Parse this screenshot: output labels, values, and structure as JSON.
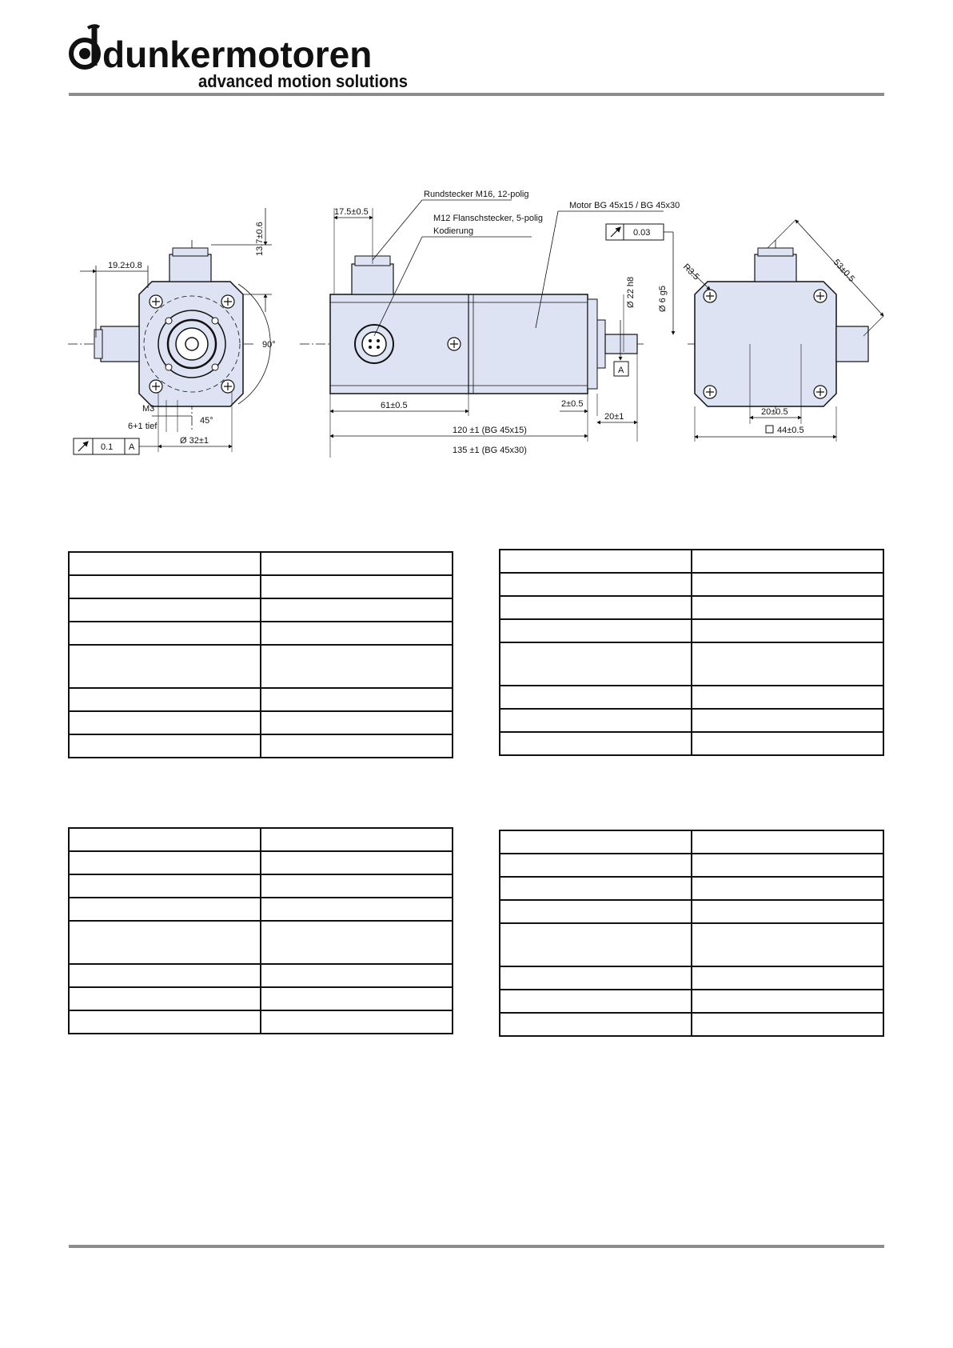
{
  "header": {
    "brand": "dunkermotoren",
    "tagline": "advanced motion solutions",
    "colors": {
      "rule": "#8d8d8d",
      "motor_fill": "#dde3f3",
      "ink": "#111111"
    }
  },
  "drawing": {
    "labels": {
      "front_width": "19.2±0.8",
      "connector_height": "13.7±0.6",
      "angle_90": "90°",
      "angle_45": "45°",
      "thread": "M3",
      "thread_depth": "6+1 tief",
      "tol_front": "0.1",
      "datum": "A",
      "flange_dia": "Ø 32±1",
      "connector_offset": "17.5±0.5",
      "rundstecker": "Rundstecker M16, 12-polig",
      "flanschstecker": "M12 Flanschstecker, 5-polig",
      "kodierung": "Kodierung",
      "motor_type": "Motor BG 45x15 / BG 45x30",
      "tol_side": "0.03",
      "pilot_dia": "Ø 22 h8",
      "shaft_dia": "Ø 6 g5",
      "len_61": "61±0.5",
      "len_2": "2±0.5",
      "shaft_len": "20±1",
      "len_120": "120 ±1 (BG 45x15)",
      "len_135": "135 ±1 (BG 45x30)",
      "radius": "R3.5",
      "diag": "53±0.5",
      "rear_20": "20±0.5",
      "square_44": "44±0.5"
    }
  },
  "tables": {
    "top_left": {
      "rows": [
        [
          "",
          ""
        ],
        [
          "",
          ""
        ],
        [
          "",
          ""
        ],
        [
          "",
          ""
        ],
        [
          "",
          ""
        ],
        [
          "",
          ""
        ],
        [
          "",
          ""
        ],
        [
          "",
          ""
        ]
      ]
    },
    "top_right": {
      "rows": [
        [
          "",
          ""
        ],
        [
          "",
          ""
        ],
        [
          "",
          ""
        ],
        [
          "",
          ""
        ],
        [
          "",
          ""
        ],
        [
          "",
          ""
        ],
        [
          "",
          ""
        ],
        [
          "",
          ""
        ]
      ]
    },
    "bottom_left": {
      "rows": [
        [
          "",
          ""
        ],
        [
          "",
          ""
        ],
        [
          "",
          ""
        ],
        [
          "",
          ""
        ],
        [
          "",
          ""
        ],
        [
          "",
          ""
        ],
        [
          "",
          ""
        ],
        [
          "",
          ""
        ]
      ]
    },
    "bottom_right": {
      "rows": [
        [
          "",
          ""
        ],
        [
          "",
          ""
        ],
        [
          "",
          ""
        ],
        [
          "",
          ""
        ],
        [
          "",
          ""
        ],
        [
          "",
          ""
        ],
        [
          "",
          ""
        ],
        [
          "",
          ""
        ]
      ]
    }
  }
}
